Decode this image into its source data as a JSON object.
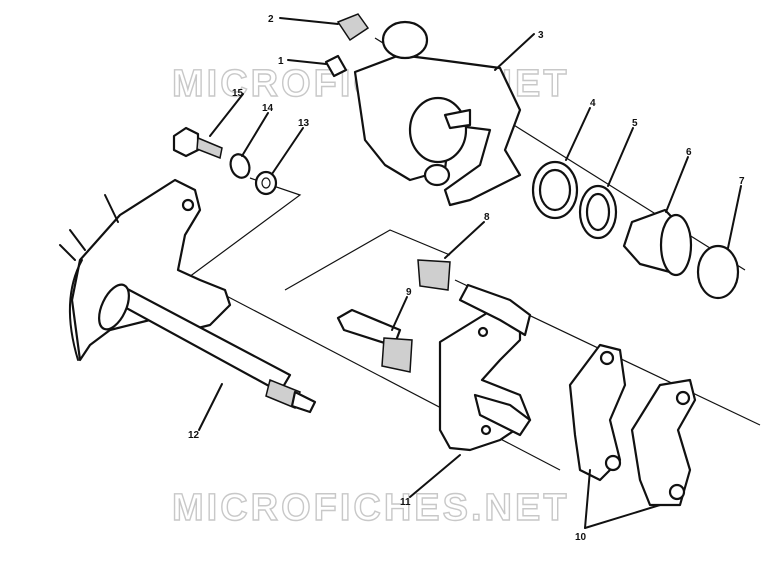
{
  "watermark": {
    "top_text": "MICROFICHES.NET",
    "bottom_text": "MICROFICHES.NET",
    "color": "#c8c8c8"
  },
  "callouts": [
    {
      "id": "1",
      "label": "1"
    },
    {
      "id": "2",
      "label": "2"
    },
    {
      "id": "3",
      "label": "3"
    },
    {
      "id": "4",
      "label": "4"
    },
    {
      "id": "5",
      "label": "5"
    },
    {
      "id": "6",
      "label": "6"
    },
    {
      "id": "7",
      "label": "7"
    },
    {
      "id": "8",
      "label": "8"
    },
    {
      "id": "9",
      "label": "9"
    },
    {
      "id": "10",
      "label": "10"
    },
    {
      "id": "11",
      "label": "11"
    },
    {
      "id": "12",
      "label": "12"
    },
    {
      "id": "13",
      "label": "13"
    },
    {
      "id": "14",
      "label": "14"
    },
    {
      "id": "15",
      "label": "15"
    }
  ]
}
